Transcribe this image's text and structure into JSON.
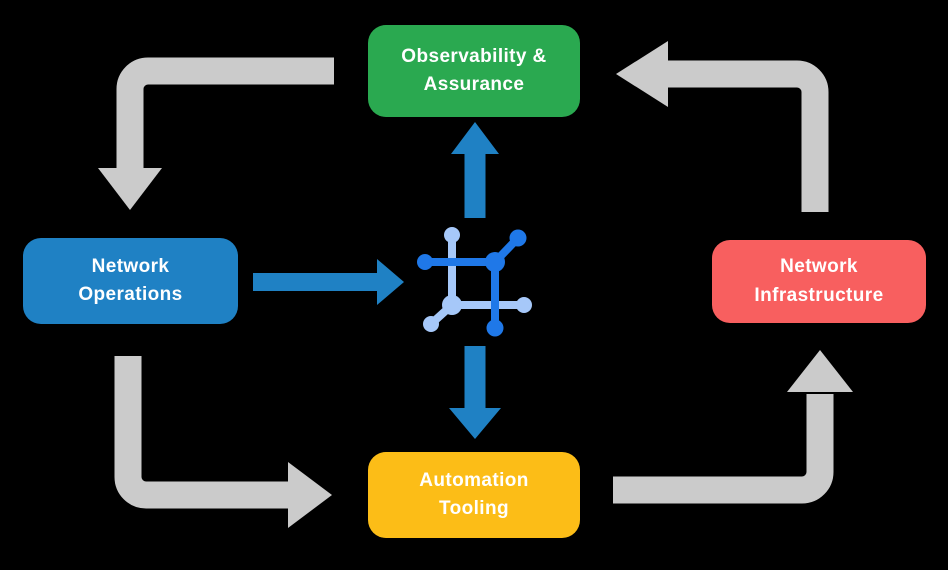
{
  "background_color": "#000000",
  "nodes": {
    "observability": {
      "label": "Observability &\nAssurance",
      "color": "#2aa950"
    },
    "operations": {
      "label": "Network\nOperations",
      "color": "#1f81c4"
    },
    "infrastructure": {
      "label": "Network\nInfrastructure",
      "color": "#f85f5f"
    },
    "automation": {
      "label": "Automation\nTooling",
      "color": "#fcbd17"
    }
  },
  "arrows": {
    "cycle_color": "#cbcbcb",
    "hub_color": "#1f81c4",
    "cycle": [
      {
        "from": "observability",
        "to": "operations"
      },
      {
        "from": "operations",
        "to": "automation"
      },
      {
        "from": "automation",
        "to": "infrastructure"
      },
      {
        "from": "infrastructure",
        "to": "observability"
      }
    ],
    "hub": [
      {
        "from": "operations",
        "to": "hub-icon"
      },
      {
        "from": "hub-icon",
        "to": "observability"
      },
      {
        "from": "hub-icon",
        "to": "automation"
      }
    ]
  },
  "icon": {
    "name": "network-automation-icon",
    "primary_color": "#1f78e8",
    "secondary_color": "#a6c8f9"
  }
}
